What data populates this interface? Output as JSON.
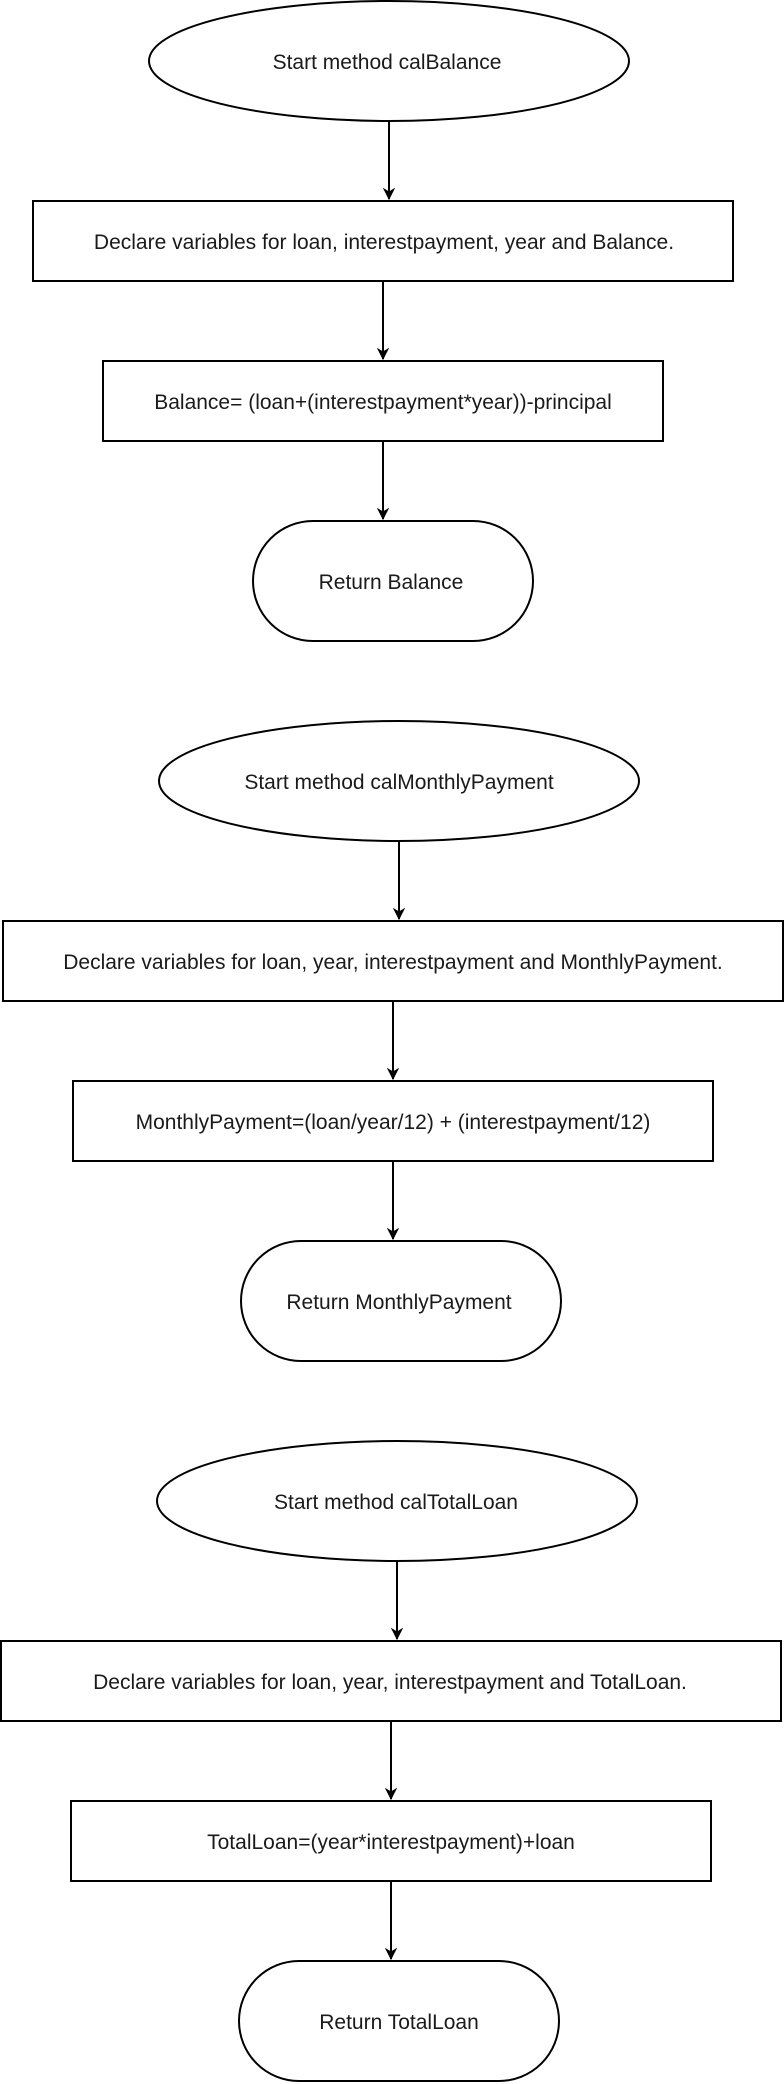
{
  "flowcharts": [
    {
      "start": "Start method calBalance",
      "declare": "Declare variables for loan, interestpayment, year and Balance.",
      "compute": "Balance= (loan+(interestpayment*year))-principal",
      "end": "Return Balance"
    },
    {
      "start": "Start method calMonthlyPayment",
      "declare": "Declare variables for loan, year, interestpayment and MonthlyPayment.",
      "compute": "MonthlyPayment=(loan/year/12) + (interestpayment/12)",
      "end": "Return MonthlyPayment"
    },
    {
      "start": "Start method calTotalLoan",
      "declare": "Declare variables for loan, year, interestpayment and TotalLoan.",
      "compute": "TotalLoan=(year*interestpayment)+loan",
      "end": "Return TotalLoan"
    }
  ]
}
